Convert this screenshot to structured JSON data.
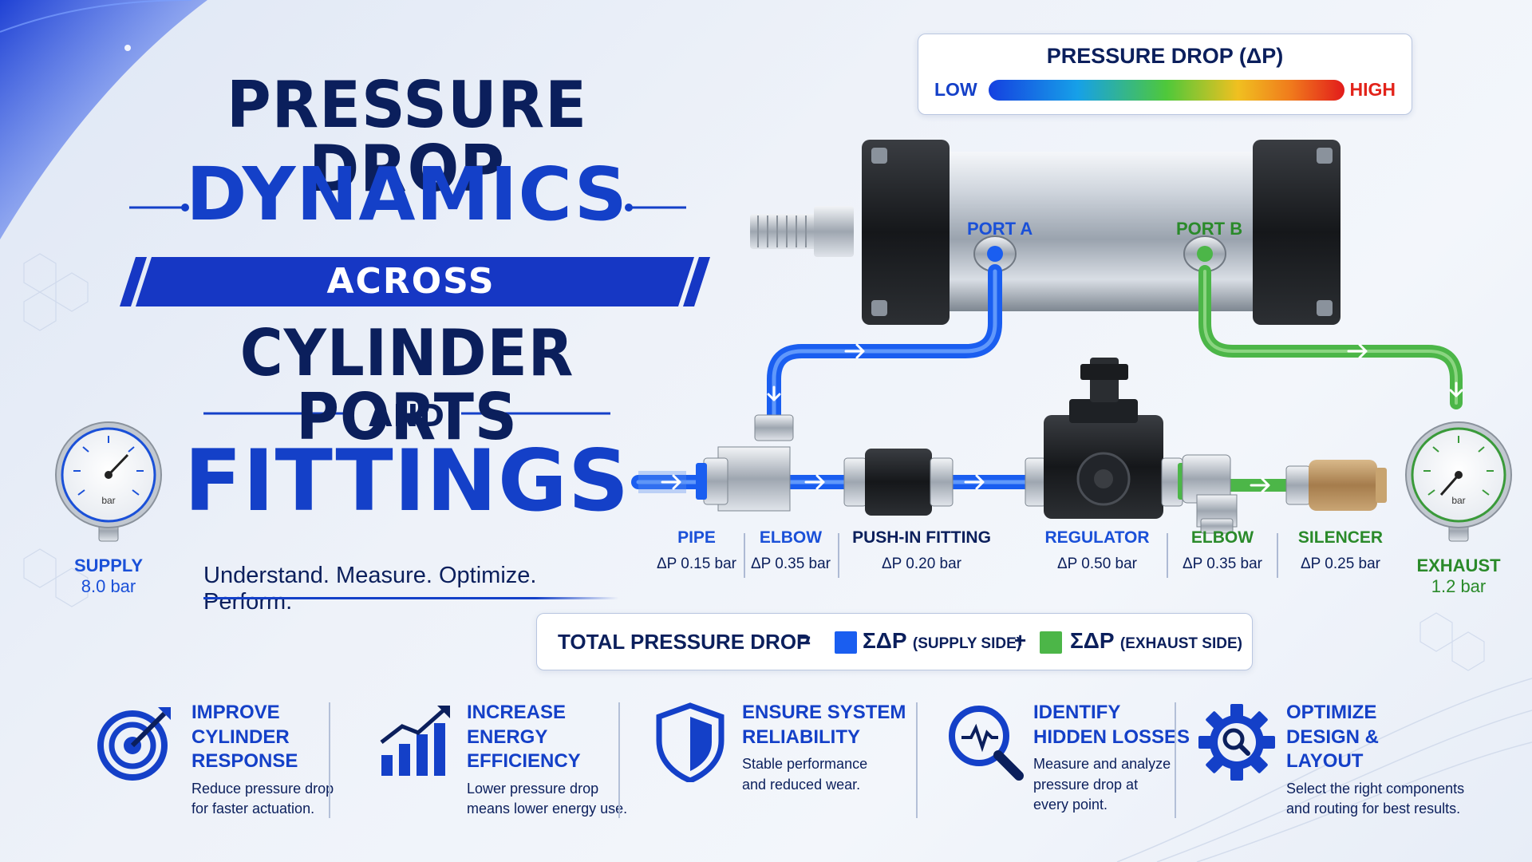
{
  "title": {
    "line1": "PRESSURE DROP",
    "line2": "DYNAMICS",
    "line3": "ACROSS",
    "line4": "CYLINDER PORTS",
    "line5": "AND",
    "line6": "FITTINGS",
    "tagline": "Understand. Measure. Optimize. Perform."
  },
  "legend": {
    "title": "PRESSURE DROP (ΔP)",
    "low": "LOW",
    "high": "HIGH"
  },
  "supply": {
    "label": "SUPPLY",
    "value": "8.0 bar",
    "unit": "bar"
  },
  "exhaust": {
    "label": "EXHAUST",
    "value": "1.2 bar",
    "unit": "bar"
  },
  "ports": {
    "a": "PORT A",
    "b": "PORT B"
  },
  "components": [
    {
      "name": "PIPE",
      "dp": "ΔP 0.15 bar",
      "color": "#1a50d8"
    },
    {
      "name": "ELBOW",
      "dp": "ΔP 0.35 bar",
      "color": "#1a50d8"
    },
    {
      "name": "PUSH-IN FITTING",
      "dp": "ΔP 0.20 bar",
      "color": "#0b1f5c"
    },
    {
      "name": "REGULATOR",
      "dp": "ΔP 0.50 bar",
      "color": "#1a50d8"
    },
    {
      "name": "ELBOW",
      "dp": "ΔP 0.35 bar",
      "color": "#2a8a2a"
    },
    {
      "name": "SILENCER",
      "dp": "ΔP 0.25 bar",
      "color": "#2a8a2a"
    }
  ],
  "total": {
    "label": "TOTAL PRESSURE DROP",
    "eq": "=",
    "supply_sym": "ΣΔP",
    "supply_side": "(SUPPLY SIDE)",
    "plus": "+",
    "exhaust_sym": "ΣΔP",
    "exhaust_side": "(EXHAUST SIDE)"
  },
  "benefits": [
    {
      "icon": "target-icon",
      "heading": "IMPROVE\nCYLINDER\nRESPONSE",
      "text": "Reduce pressure drop\nfor faster actuation."
    },
    {
      "icon": "growth-chart-icon",
      "heading": "INCREASE\nENERGY\nEFFICIENCY",
      "text": "Lower pressure drop\nmeans lower energy use."
    },
    {
      "icon": "shield-icon",
      "heading": "ENSURE SYSTEM\nRELIABILITY",
      "text": "Stable performance\nand reduced wear."
    },
    {
      "icon": "magnifier-pulse-icon",
      "heading": "IDENTIFY\nHIDDEN LOSSES",
      "text": "Measure and analyze\npressure drop at\nevery point."
    },
    {
      "icon": "gear-magnifier-icon",
      "heading": "OPTIMIZE\nDESIGN &\nLAYOUT",
      "text": "Select the right components\nand routing for best results."
    }
  ],
  "colors": {
    "navy": "#0b1f5c",
    "blue": "#1440c8",
    "supply_line": "#1a5ef0",
    "exhaust_line": "#4cb648",
    "high": "#e2231a"
  }
}
